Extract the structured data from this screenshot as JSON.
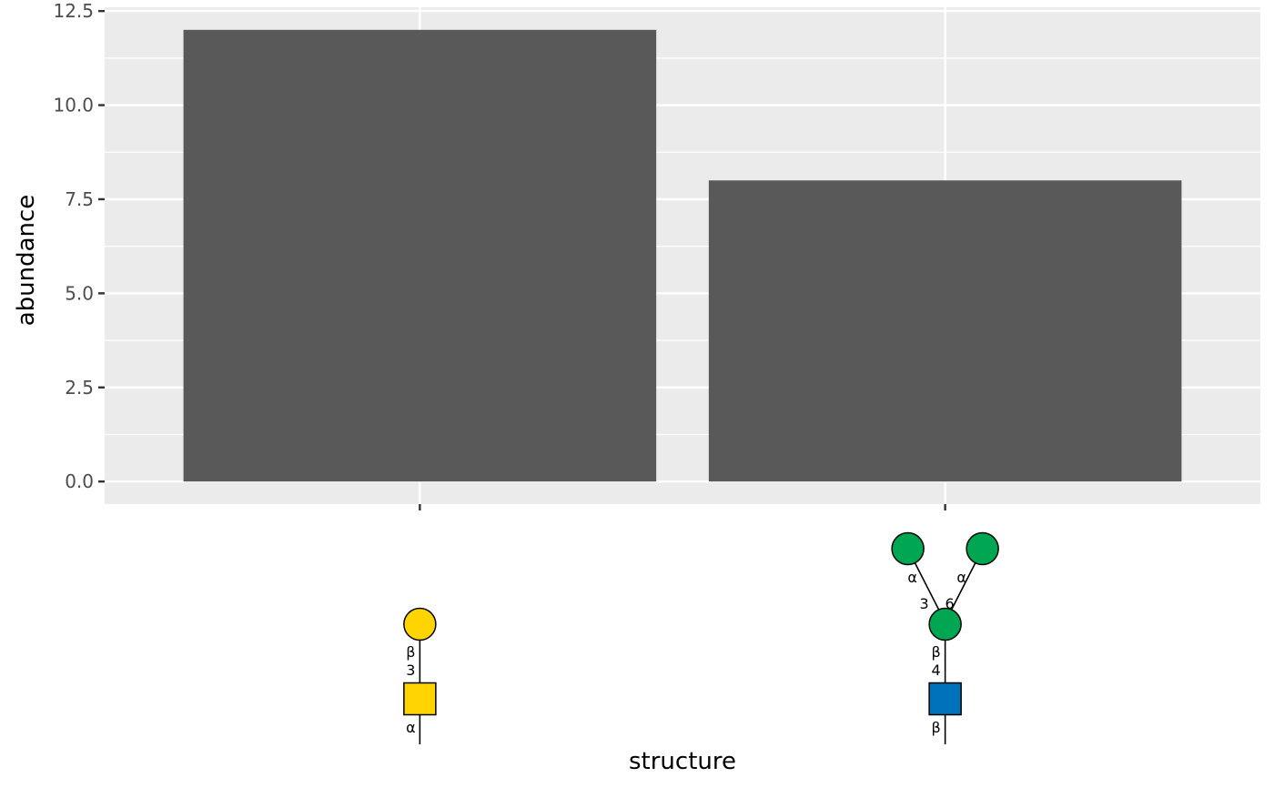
{
  "chart_data": {
    "type": "bar",
    "categories": [
      "Gal(b1-3)GalNAc(a-",
      "Man(a1-3)[Man(a1-6)]Man(b1-4)GlcNAc(b-"
    ],
    "values": [
      12,
      8
    ],
    "xlabel": "structure",
    "ylabel": "abundance",
    "ylim": [
      -0.6,
      12.6
    ],
    "yticks": [
      0.0,
      2.5,
      5.0,
      7.5,
      10.0,
      12.5
    ],
    "ytick_labels": [
      "0.0",
      "2.5",
      "5.0",
      "7.5",
      "10.0",
      "12.5"
    ],
    "grid": true,
    "bar_color": "#595959",
    "panel_color": "#ebebeb",
    "glycans": [
      {
        "reducing_anomer": "α",
        "root": {
          "shape": "square",
          "color": "#FFD400"
        },
        "links": [
          {
            "from": "root",
            "to": "gal",
            "anomer": "β",
            "position": "3"
          }
        ],
        "residues": {
          "gal": {
            "shape": "circle",
            "color": "#FFD400"
          }
        }
      },
      {
        "reducing_anomer": "β",
        "root": {
          "shape": "square",
          "color": "#0072BC"
        },
        "links": [
          {
            "from": "root",
            "to": "man_core",
            "anomer": "β",
            "position": "4"
          },
          {
            "from": "man_core",
            "to": "man_left",
            "anomer": "α",
            "position": "3"
          },
          {
            "from": "man_core",
            "to": "man_right",
            "anomer": "α",
            "position": "6"
          }
        ],
        "residues": {
          "man_core": {
            "shape": "circle",
            "color": "#00A651"
          },
          "man_left": {
            "shape": "circle",
            "color": "#00A651"
          },
          "man_right": {
            "shape": "circle",
            "color": "#00A651"
          }
        }
      }
    ]
  }
}
